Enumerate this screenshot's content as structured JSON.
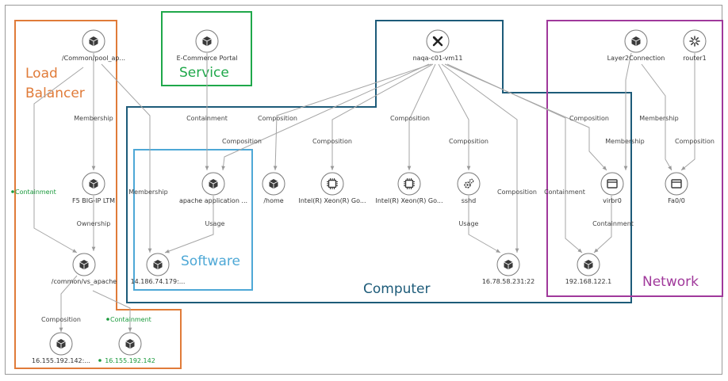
{
  "colors": {
    "load_balancer": "#e07b39",
    "service": "#1fa84a",
    "software": "#4ea8d6",
    "computer": "#1d5b79",
    "network": "#a0399b",
    "edge": "#a6a6a6",
    "green_text": "#1a9a3c"
  },
  "groups": {
    "load_balancer": [
      "Load",
      "Balancer"
    ],
    "service": "Service",
    "software": "Software",
    "computer": "Computer",
    "network": "Network"
  },
  "nodes": {
    "pool": {
      "label": "/Common/pool_ap...",
      "icon": "cube-icon"
    },
    "ecommerce": {
      "label": "E-Commerce Portal",
      "icon": "cube-icon"
    },
    "naqa": {
      "label": "naqa-c01-vm11",
      "icon": "x-logo-icon"
    },
    "layer2": {
      "label": "Layer2Connection",
      "icon": "cube-icon"
    },
    "router1": {
      "label": "router1",
      "icon": "router-icon"
    },
    "f5": {
      "label": "F5 BIG-IP LTM",
      "icon": "cube-icon"
    },
    "apache": {
      "label": "apache application ...",
      "icon": "cube-icon"
    },
    "home": {
      "label": "/home",
      "icon": "cube-icon"
    },
    "intel1": {
      "label": "Intel(R) Xeon(R) Go...",
      "icon": "cpu-icon"
    },
    "intel2": {
      "label": "Intel(R) Xeon(R) Go...",
      "icon": "cpu-icon"
    },
    "sshd": {
      "label": "sshd",
      "icon": "gears-icon"
    },
    "virbr0": {
      "label": "virbr0",
      "icon": "window-icon"
    },
    "fa00": {
      "label": "Fa0/0",
      "icon": "window-icon"
    },
    "vs_apache": {
      "label": "/common/vs_apache",
      "icon": "cube-icon"
    },
    "ip_14186": {
      "label": "14.186.74.179:...",
      "icon": "cube-icon"
    },
    "ip_1678": {
      "label": "16.78.58.231:22",
      "icon": "cube-icon"
    },
    "ip_19216": {
      "label": "192.168.122.1",
      "icon": "cube-icon"
    },
    "ip_16155a": {
      "label": "16.155.192.142:...",
      "icon": "cube-icon"
    },
    "ip_16155b": {
      "label": "16.155.192.142",
      "icon": "cube-icon",
      "status": "green"
    }
  },
  "edge_labels": {
    "pool_f5": "Membership",
    "pool_vs": "Containment",
    "pool_ip14": "Membership",
    "ecom_apache": "Containment",
    "naqa_apache": "Composition",
    "naqa_home": "Composition",
    "naqa_intel1": "Composition",
    "naqa_intel2": "Composition",
    "naqa_sshd": "Composition",
    "naqa_ip1678": "Composition",
    "naqa_virbr0": "Composition",
    "naqa_ip19216": "Containment",
    "layer2_virbr0": "Membership",
    "layer2_fa00": "Membership",
    "router_fa00": "Composition",
    "f5_vs": "Ownership",
    "apache_ip14": "Usage",
    "sshd_ip1678": "Usage",
    "virbr0_ip19216": "Containment",
    "vs_ip16155a": "Composition",
    "vs_ip16155b": "Containment"
  }
}
